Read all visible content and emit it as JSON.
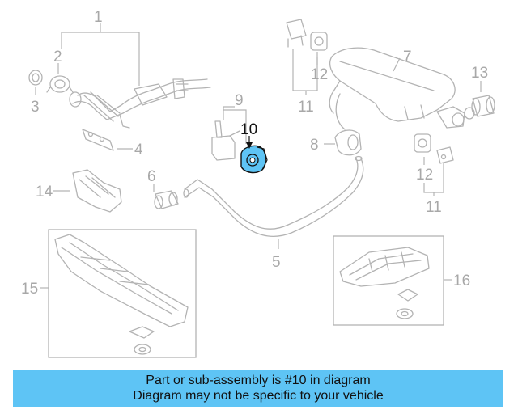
{
  "diagram": {
    "callouts": {
      "c1": "1",
      "c2": "2",
      "c3": "3",
      "c4": "4",
      "c5": "5",
      "c6": "6",
      "c7": "7",
      "c8": "8",
      "c9": "9",
      "c10": "10",
      "c11a": "11",
      "c11b": "11",
      "c12a": "12",
      "c12b": "12",
      "c13": "13",
      "c14": "14",
      "c15": "15",
      "c16": "16"
    },
    "highlighted_part": "10",
    "highlight_color": "#5ec4f5",
    "part_line_color": "#b3b3b3"
  },
  "banner": {
    "line1": "Part or sub-assembly is #10 in diagram",
    "line2": "Diagram may not be specific to your vehicle",
    "background": "#5ec4f5"
  }
}
